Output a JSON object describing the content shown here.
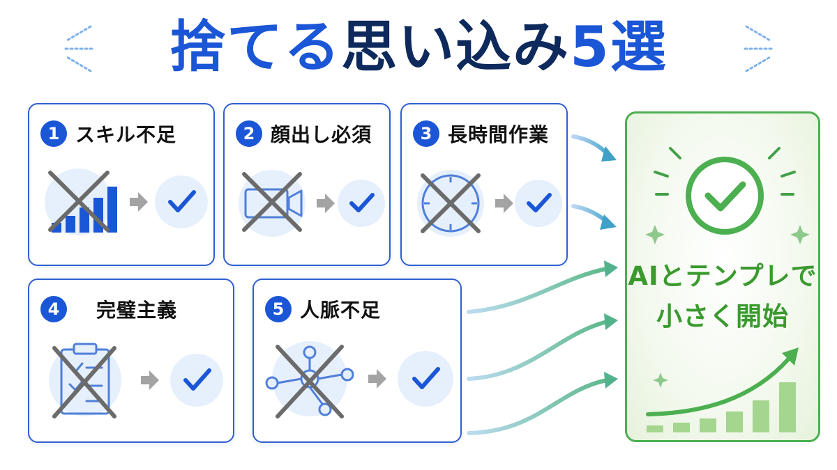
{
  "title": {
    "part_blue": "捨てる",
    "part_dark": "思い込み",
    "part_blue2": "5選"
  },
  "items": [
    {
      "number": "1",
      "label": "スキル不足",
      "icon": "bar-chart-icon"
    },
    {
      "number": "2",
      "label": "顔出し必須",
      "icon": "video-camera-icon"
    },
    {
      "number": "3",
      "label": "長時間作業",
      "icon": "clock-icon"
    },
    {
      "number": "4",
      "label": "完璧主義",
      "icon": "clipboard-icon"
    },
    {
      "number": "5",
      "label": "人脈不足",
      "icon": "network-icon"
    }
  ],
  "result": {
    "line1": "AIとテンプレで",
    "line2": "小さく開始",
    "icon": "check-circle-icon"
  },
  "colors": {
    "blue": "#1a56d6",
    "navy": "#0e2a5c",
    "green": "#3a9a2e",
    "cross": "#6b6b6b"
  }
}
